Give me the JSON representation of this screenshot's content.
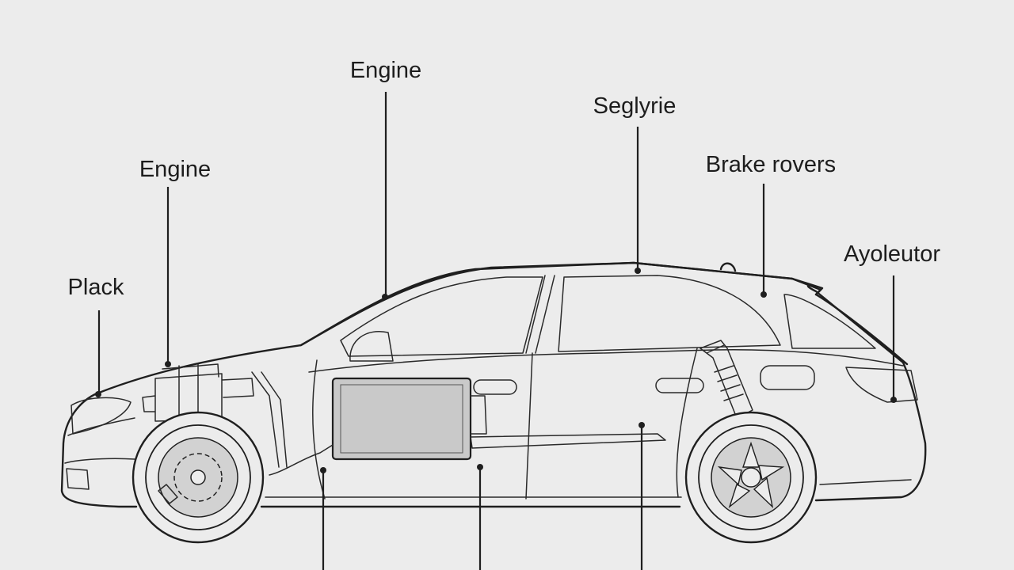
{
  "labels": {
    "engine_top": "Engine",
    "engine_left": "Engine",
    "plack": "Plack",
    "seglyrie": "Seglyrie",
    "brake": "Brake rovers",
    "ayoleutor": "Ayoleutor"
  },
  "colors": {
    "background": "#ececec",
    "line": "#1f1f1f",
    "panel": "#c9c9c9",
    "rim": "#d2d2d2"
  }
}
